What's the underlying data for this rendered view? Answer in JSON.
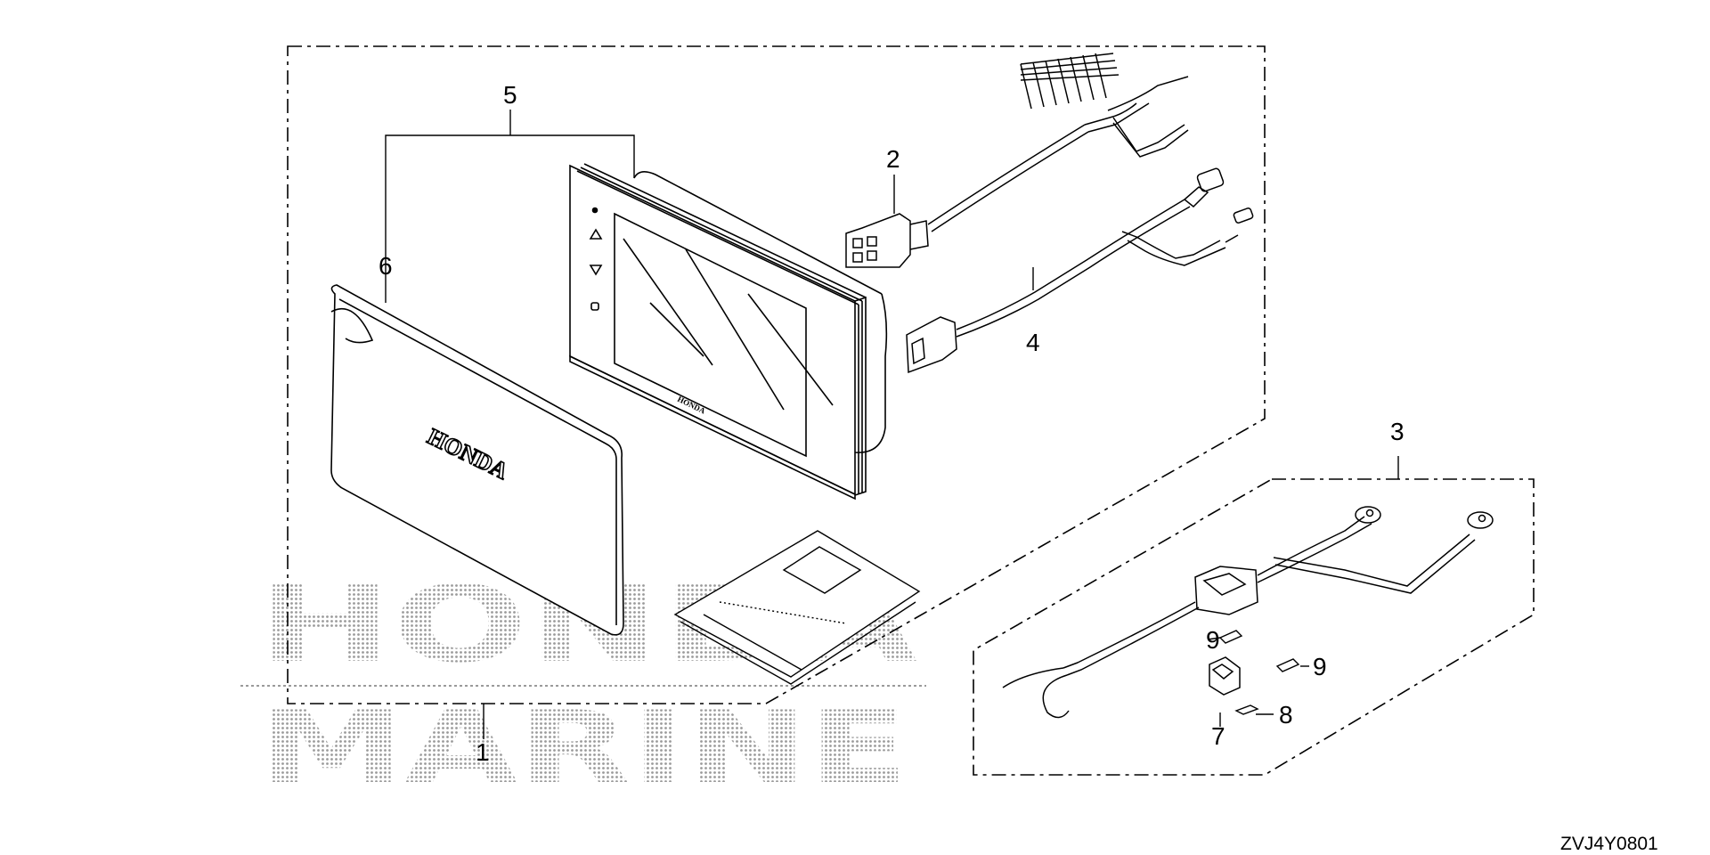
{
  "diagram_code": "ZVJ4Y0801",
  "watermark": {
    "line1": "HONDA",
    "line2": "MARINE"
  },
  "brand_on_cover": "HONDA",
  "brand_on_display": "HONDA",
  "callouts": {
    "c1": "1",
    "c2": "2",
    "c3": "3",
    "c4": "4",
    "c5": "5",
    "c6": "6",
    "c7": "7",
    "c8": "8",
    "c9a": "9",
    "c9b": "9"
  },
  "colors": {
    "line": "#000000",
    "watermark": "#9a9a9a",
    "background": "#ffffff"
  }
}
